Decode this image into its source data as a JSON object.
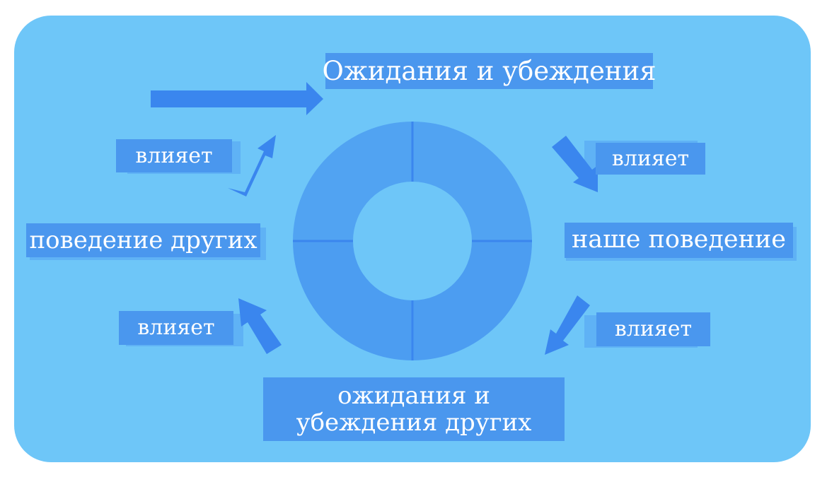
{
  "diagram": {
    "top_label": "Ожидания и убеждения",
    "right_label": "наше поведение",
    "left_label": "поведение других",
    "bottom_label": "ожидания и убеждения другиx",
    "influence_top_left": "влияет",
    "influence_top_right": "влияет",
    "influence_bottom_left": "влияет",
    "influence_bottom_right": "влияет",
    "colors": {
      "background_panel": "#6ec6f8",
      "label_fill": "#4a97ee",
      "arrow_fill": "#3a86ee",
      "ring_fill": "#51a3f2",
      "ring_divider": "#3a86ee"
    }
  }
}
